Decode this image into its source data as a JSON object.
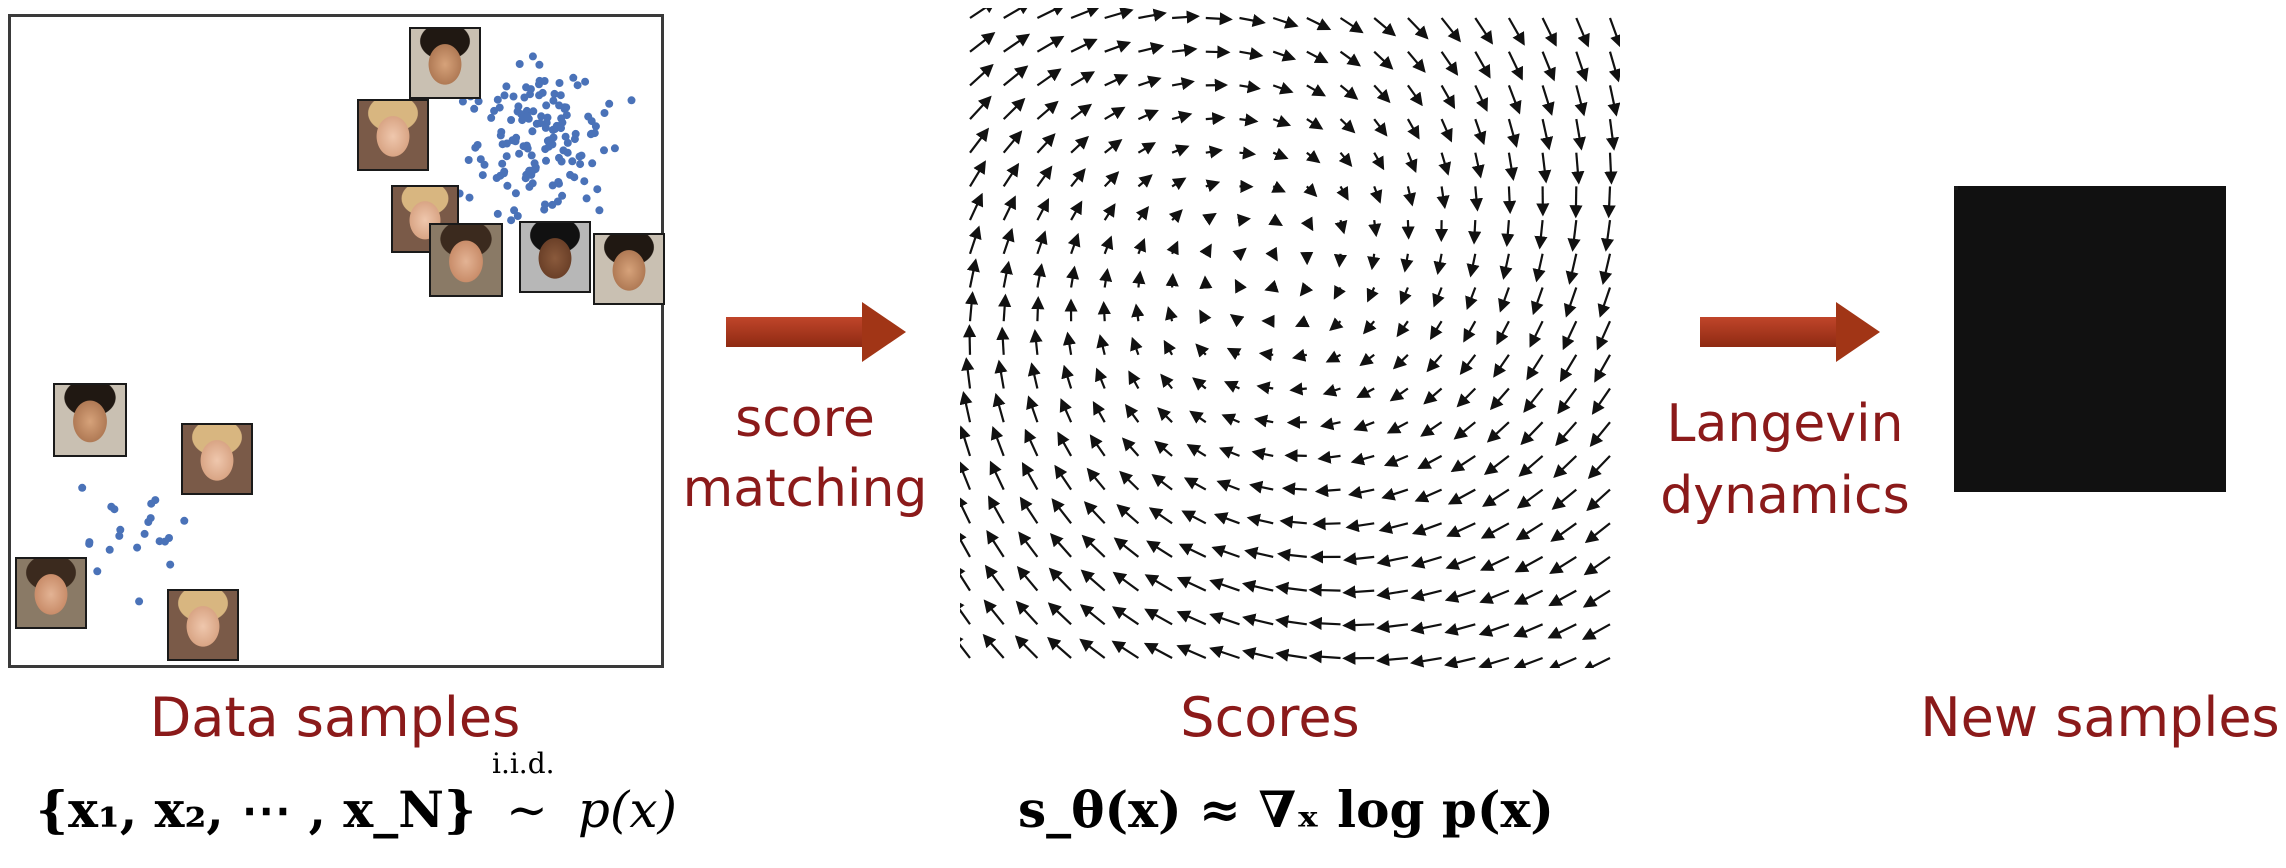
{
  "labels": {
    "data_samples": "Data samples",
    "score_matching_line1": "score",
    "score_matching_line2": "matching",
    "scores": "Scores",
    "langevin_line1": "Langevin",
    "langevin_line2": "dynamics",
    "new_samples": "New samples"
  },
  "equations": {
    "data_set": "{x₁, x₂, ⋯ , x_N}",
    "iid": "i.i.d.",
    "sim": "∼",
    "px": "p(x)",
    "score": "s_θ(x) ≈ ∇ₓ log p(x)"
  },
  "colors": {
    "label_red": "#8b1a1a",
    "arrow_red": "#a13516",
    "dot_blue": "#4a72b8"
  }
}
